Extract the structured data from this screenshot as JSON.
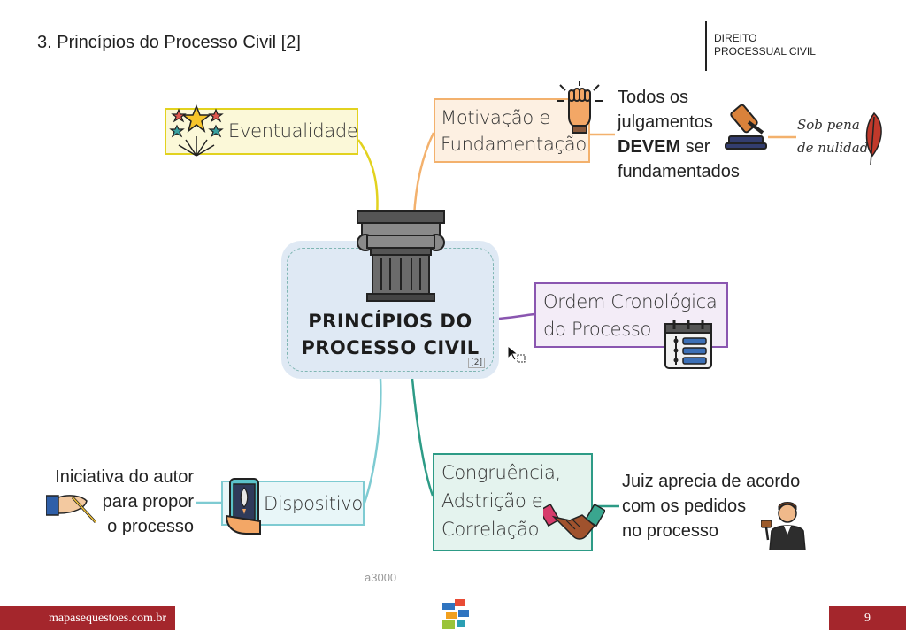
{
  "header": {
    "title": "3. Princípios do Processo Civil [2]",
    "subject_line1": "DIREITO",
    "subject_line2": "PROCESSUAL CIVIL"
  },
  "center": {
    "title_line1": "PRINCÍPIOS DO",
    "title_line2": "PROCESSO CIVIL",
    "ref": "[2]"
  },
  "nodes": {
    "eventualidade": {
      "label": "Eventualidade",
      "icon": "fireworks-icon",
      "color": "#e2d21f"
    },
    "motivacao": {
      "label_line1": "Motivação e",
      "label_line2": "Fundamentação",
      "icon": "raised-fist-icon",
      "color": "#f3b16d"
    },
    "ordem": {
      "label_line1": "Ordem Cronológica",
      "label_line2": "do Processo",
      "icon": "schedule-list-icon",
      "color": "#8a56b0"
    },
    "dispositivo": {
      "label": "Dispositivo",
      "icon": "phone-rocket-icon",
      "color": "#7ecbd2"
    },
    "congruencia": {
      "label_line1": "Congruência,",
      "label_line2": "Adstrição e",
      "label_line3": "Correlação",
      "icon": "handshake-icon",
      "color": "#2d9b86"
    }
  },
  "notes": {
    "motivacao_detail": {
      "line1": "Todos os",
      "line2": "julgamentos",
      "line3_bold": "DEVEM",
      "line3_rest": " ser",
      "line4": "fundamentados",
      "icon": "gavel-icon"
    },
    "motivacao_penalty": {
      "line1": "Sob pena",
      "line2": "de nulidade",
      "icon": "quill-icon"
    },
    "dispositivo_detail": {
      "line1": "Iniciativa do autor",
      "line2": "para propor",
      "line3": "o processo",
      "icon": "writing-hand-icon"
    },
    "congruencia_detail": {
      "line1": "Juiz aprecia de acordo",
      "line2": "com os pedidos",
      "line3": "no processo",
      "icon": "judge-icon"
    }
  },
  "watermark": "a3000",
  "footer": {
    "site": "mapasequestoes.com.br",
    "page": "9",
    "logo_icon": "colored-blocks-logo-icon",
    "brand_color": "#a4262c"
  }
}
